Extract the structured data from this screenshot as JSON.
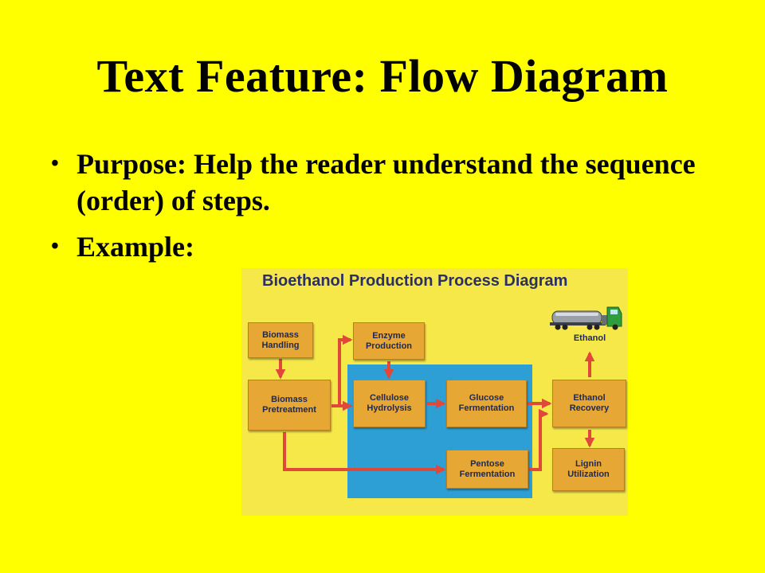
{
  "slide": {
    "title": "Text Feature: Flow Diagram",
    "bullets": [
      "Purpose: Help the reader understand the sequence (order) of steps.",
      "Example:"
    ]
  },
  "diagram": {
    "title": "Bioethanol Production Process Diagram",
    "boxes": {
      "biomass_handling": "Biomass\nHandling",
      "enzyme_production": "Enzyme\nProduction",
      "biomass_pretreatment": "Biomass\nPretreatment",
      "cellulose_hydrolysis": "Cellulose\nHydrolysis",
      "glucose_fermentation": "Glucose\nFermentation",
      "ethanol_recovery": "Ethanol\nRecovery",
      "pentose_fermentation": "Pentose\nFermentation",
      "lignin_utilization": "Lignin\nUtilization"
    },
    "output_label": "Ethanol",
    "icons": [
      "tanker-truck-icon"
    ],
    "colors": {
      "background": "#FFFF00",
      "panel": "#F7E84A",
      "box": "#E6A734",
      "blue_region": "#2E9FD4",
      "arrow": "#E0483A",
      "title_text": "#2A2F66"
    }
  }
}
